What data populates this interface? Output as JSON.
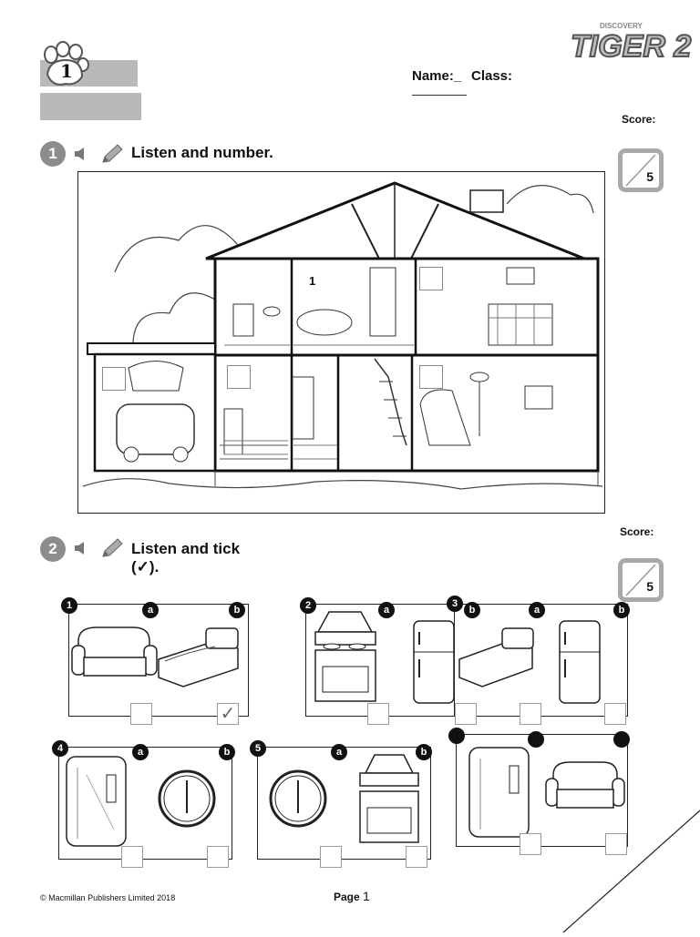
{
  "header": {
    "name_label": "Name:_",
    "class_label": "Class:",
    "logo_text": "TIGER 2",
    "logo_small": "DISCOVERY",
    "unit_number": "1"
  },
  "section1": {
    "number": "1",
    "instruction": "Listen and number.",
    "score_label": "Score:",
    "score_total": "5",
    "example_label": "1"
  },
  "section2": {
    "number": "2",
    "instruction_line1": "Listen and tick",
    "instruction_line2": "(✓).",
    "score_label": "Score:",
    "score_total": "5",
    "items": [
      {
        "num": "1",
        "a": "a",
        "b": "b",
        "ticked": "✓"
      },
      {
        "num": "2",
        "a": "a",
        "b": "b"
      },
      {
        "num": "3",
        "a": "a",
        "b": "b"
      },
      {
        "num": "4",
        "a": "a",
        "b": "b"
      },
      {
        "num": "5",
        "a": "a",
        "b": "b"
      }
    ]
  },
  "footer": {
    "copyright": "© Macmillan Publishers Limited 2018",
    "page_label": "Page",
    "page_number": "1"
  },
  "icons": {
    "speaker": "speaker-icon",
    "pencil": "pencil-icon",
    "paw": "paw-icon"
  },
  "colors": {
    "grey": "#8c8c8c",
    "light_grey": "#b9b9b9"
  }
}
